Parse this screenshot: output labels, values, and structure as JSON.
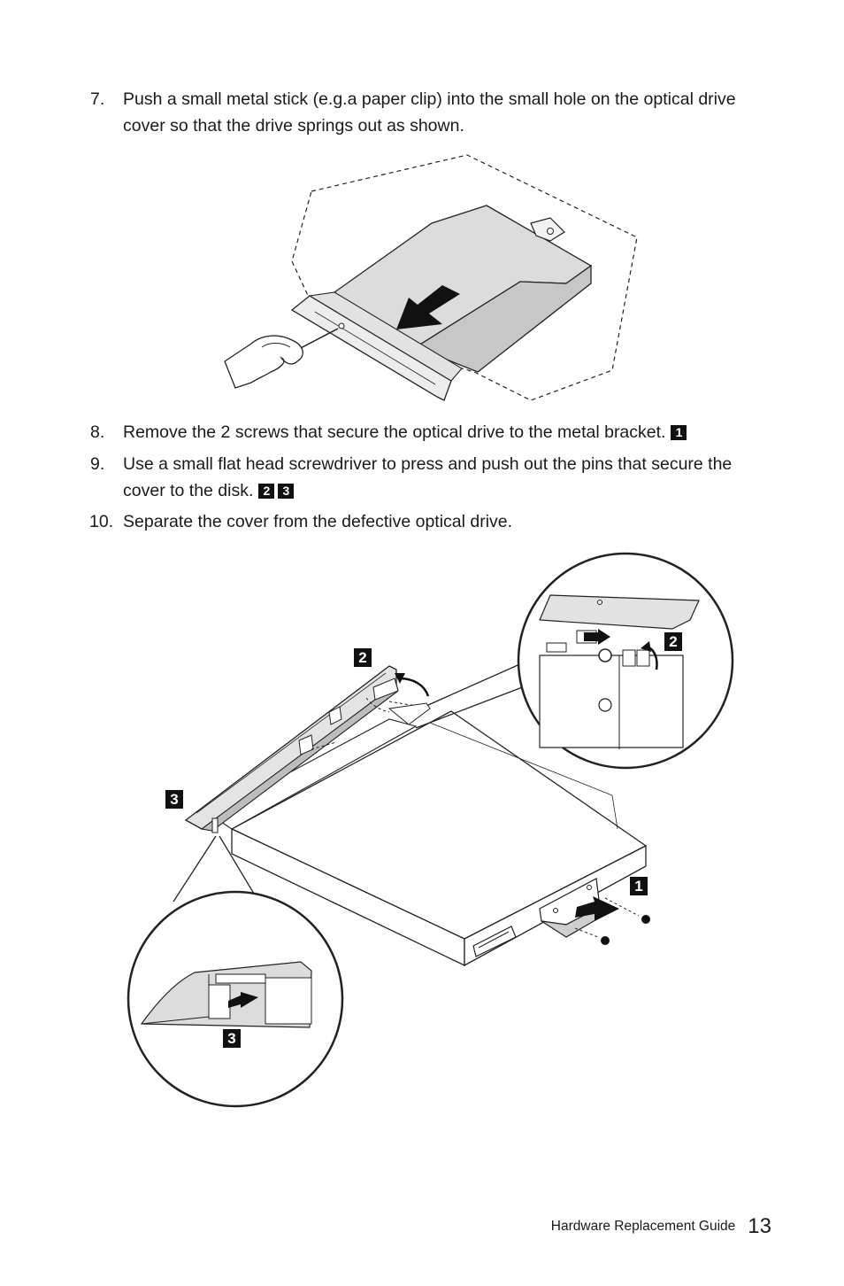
{
  "steps": [
    {
      "number": "7.",
      "text": "Push a small metal stick (e.g.a paper clip) into the small hole on the optical drive cover so that the drive springs out as shown.",
      "badges": []
    },
    {
      "number": "8.",
      "text": "Remove the 2 screws that secure the optical drive to the metal bracket.",
      "badges": [
        "1"
      ]
    },
    {
      "number": "9.",
      "text": "Use a small flat head screwdriver to press and push out the pins that secure the cover to the disk.",
      "badges": [
        "2",
        "3"
      ]
    },
    {
      "number": "10.",
      "text": "Separate the cover from the defective optical drive.",
      "badges": []
    }
  ],
  "figure_callouts": {
    "bracket": "1",
    "pin_top": "2",
    "pin_top_zoom": "2",
    "pin_bottom": "3",
    "pin_bottom_zoom": "3"
  },
  "icons": {
    "figure_1": "optical-drive-eject-illustration",
    "figure_2": "optical-drive-cover-removal-illustration"
  },
  "footer": {
    "guide_title": "Hardware Replacement Guide",
    "page_number": "13"
  },
  "colors": {
    "text": "#1a1a1a",
    "badge_background": "#111111",
    "badge_text": "#ffffff",
    "drive_fill": "#d9d9d9"
  }
}
